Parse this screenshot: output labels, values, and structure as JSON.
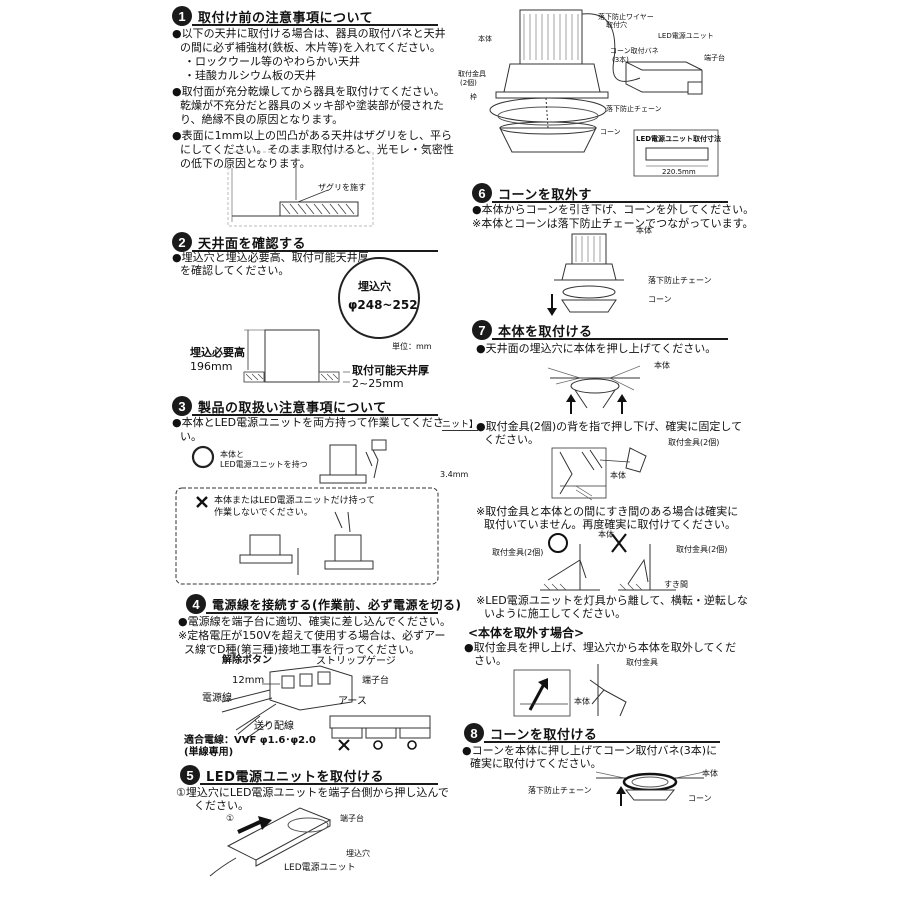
{
  "s1": {
    "num": "1",
    "title": "取付け前の注意事項について",
    "l1": "●以下の天井に取付ける場合は、器具の取付バネと天井",
    "l2": "の間に必ず補強材(鉄板、木片等)を入れてください。",
    "l3": "・ロックウール等のやわらかい天井",
    "l4": "・珪酸カルシウム板の天井",
    "l5": "●取付面が充分乾燥してから器具を取付けてください。",
    "l6": "乾燥が不充分だと器具のメッキ部や塗装部が侵された",
    "l7": "り、絶縁不良の原因となります。",
    "l8": "●表面に1mm以上の凹凸がある天井はザグリをし、平ら",
    "l9": "にしてください。そのまま取付けると、光モレ・気密性",
    "l10": "の低下の原因となります。",
    "zaguri": "ザグリを施す"
  },
  "s2": {
    "num": "2",
    "title": "天井面を確認する",
    "l1": "●埋込穴と埋込必要高、取付可能天井厚",
    "l2": "を確認してください。",
    "hole_label": "埋込穴",
    "hole_dim": "φ248~252",
    "unit": "単位：mm",
    "height_label": "埋込必要高",
    "height_value": "196mm",
    "thick_label": "取付可能天井厚",
    "thick_value": "2~25mm"
  },
  "s3": {
    "num": "3",
    "title": "製品の取扱い注意事項について",
    "l1": "●本体とLED電源ユニットを両方持って作業してくださ",
    "l2": "い。",
    "ok1": "本体と",
    "ok2": "LED電源ユニットを持つ",
    "ng1": "本体またはLED電源ユニットだけ持って",
    "ng2": "作業しないでください。",
    "frag1": "ニット】",
    "frag2": "3.4mm"
  },
  "s4": {
    "num": "4",
    "title": "電源線を接続する(作業前、必ず電源を切る)",
    "l1": "●電源線を端子台に適切、確実に差し込んでください。",
    "l2": "※定格電圧が150Vを超えて使用する場合は、必ずアー",
    "l3": "ス線でD種(第三種)接地工事を行ってください。",
    "release": "解除ボタン",
    "strip": "ストリップゲージ",
    "mm12": "12mm",
    "power": "電源線",
    "terminal": "端子台",
    "earth": "アース",
    "feed": "送り配線",
    "wire1": "適合電線：VVF φ1.6･φ2.0",
    "wire2": "(単線専用)"
  },
  "s5": {
    "num": "5",
    "title": "LED電源ユニットを取付ける",
    "l1": "①埋込穴にLED電源ユニットを端子台側から押し込んで",
    "l2": "ください。",
    "circle1": "①",
    "terminal": "端子台",
    "hole": "埋込穴",
    "unit": "LED電源ユニット"
  },
  "top": {
    "wire": "落下防止ワイヤー",
    "wire_hole": "取付穴",
    "body": "本体",
    "led_unit": "LED電源ユニット",
    "cone_spring": "コーン取付バネ",
    "cone_spring_n": "(3本)",
    "terminal": "端子台",
    "bracket": "取付金具",
    "bracket_n": "(2個)",
    "frame": "枠",
    "chain": "落下防止チェーン",
    "cone": "コーン",
    "box_title": "LED電源ユニット取付寸法",
    "box_dim": "220.5mm"
  },
  "s6": {
    "num": "6",
    "title": "コーンを取外す",
    "l1": "●本体からコーンを引き下げ、コーンを外してください。",
    "l2": "※本体とコーンは落下防止チェーンでつながっています。",
    "body": "本体",
    "chain": "落下防止チェーン",
    "cone": "コーン"
  },
  "s7": {
    "num": "7",
    "title": "本体を取付ける",
    "l1": "●天井面の埋込穴に本体を押し上げてください。",
    "body": "本体",
    "l2": "●取付金具(2個)の背を指で押し下げ、確実に固定して",
    "l3": "ください。",
    "bracket": "取付金具(2個)",
    "body2": "本体",
    "l4": "※取付金具と本体との間にすき間のある場合は確実に",
    "l5": "取付いていません。再度確実に取付けてください。",
    "body3": "本体",
    "bracket_ok": "取付金具(2個)",
    "bracket_ng": "取付金具(2個)",
    "gap": "すき間",
    "l6": "※LED電源ユニットを灯具から離して、横転・逆転しな",
    "l7": "いように施工してください。",
    "remove_title": "<本体を取外す場合>",
    "l8": "●取付金具を押し上げ、埋込穴から本体を取外してくだ",
    "l9": "さい。",
    "bracket_r": "取付金具",
    "body_r": "本体"
  },
  "s8": {
    "num": "8",
    "title": "コーンを取付ける",
    "l1": "●コーンを本体に押し上げてコーン取付バネ(3本)に",
    "l2": "確実に取付けてください。",
    "body": "本体",
    "chain": "落下防止チェーン",
    "cone": "コーン"
  }
}
